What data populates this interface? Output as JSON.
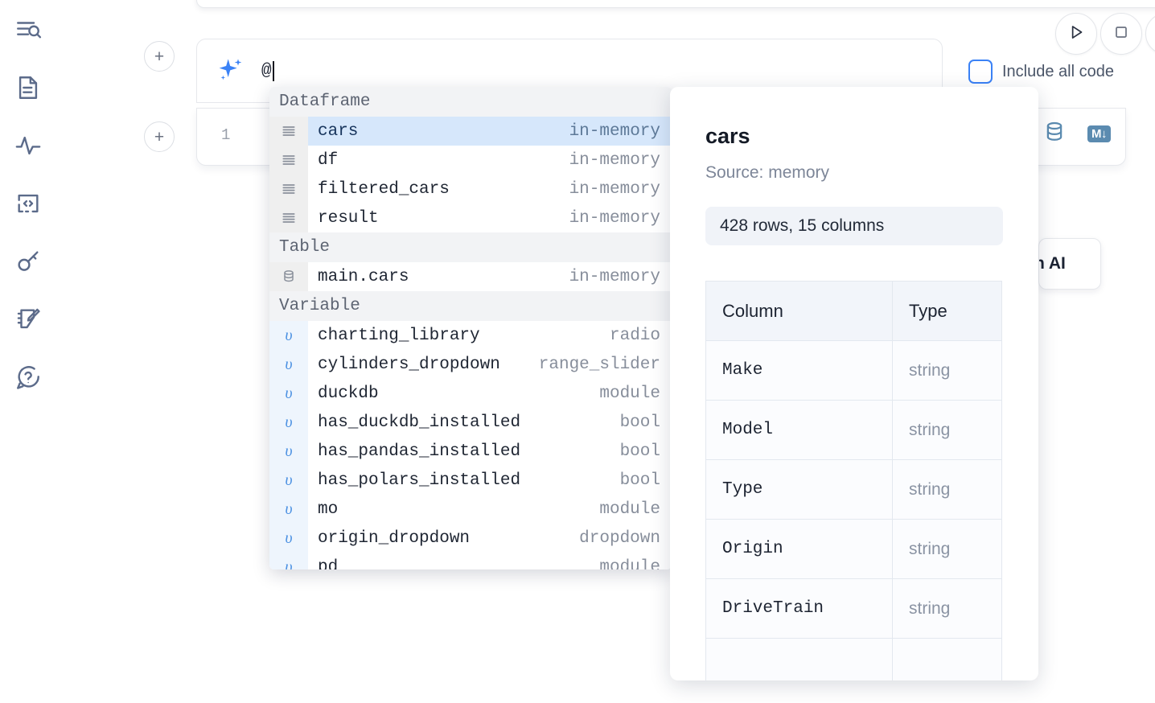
{
  "sidebar": {
    "items": [
      {
        "icon": "file-search-icon",
        "label": "Explore"
      },
      {
        "icon": "document-icon",
        "label": "Notebook"
      },
      {
        "icon": "activity-pulse-icon",
        "label": "Activity"
      },
      {
        "icon": "code-brackets-icon",
        "label": "Snippets"
      },
      {
        "icon": "key-icon",
        "label": "Secrets"
      },
      {
        "icon": "notebook-pencil-icon",
        "label": "Scratchpad"
      },
      {
        "icon": "help-chat-icon",
        "label": "Help"
      }
    ]
  },
  "toolbar": {
    "run_label": "Run",
    "stop_label": "Stop",
    "run_icon": "play-triangle-icon",
    "stop_icon": "square-icon",
    "add_cell_label": "+",
    "include_all_code_label": "Include all code",
    "include_all_code_checked": false,
    "checkbox_accent": "#3b82f6"
  },
  "ai_prompt": {
    "icon": "sparkle-ai-icon",
    "icon_color": "#3b82f6",
    "value": "@",
    "placeholder": ""
  },
  "code_cell": {
    "line_number": "1",
    "code": "",
    "tools": [
      {
        "icon": "database-icon",
        "label": "SQL cell"
      },
      {
        "icon": "markdown-icon",
        "label": "M↓"
      }
    ],
    "tool_color": "#5b8bb0"
  },
  "floating_button": {
    "label": "h AI",
    "full_label": "Chat with AI"
  },
  "autocomplete": {
    "groups": [
      {
        "label": "Dataframe",
        "items": [
          {
            "icon": "dataframe-icon",
            "name": "cars",
            "type": "in-memory",
            "selected": true
          },
          {
            "icon": "dataframe-icon",
            "name": "df",
            "type": "in-memory",
            "selected": false
          },
          {
            "icon": "dataframe-icon",
            "name": "filtered_cars",
            "type": "in-memory",
            "selected": false
          },
          {
            "icon": "dataframe-icon",
            "name": "result",
            "type": "in-memory",
            "selected": false
          }
        ]
      },
      {
        "label": "Table",
        "items": [
          {
            "icon": "table-db-icon",
            "name": "main.cars",
            "type": "in-memory",
            "selected": false
          }
        ]
      },
      {
        "label": "Variable",
        "items": [
          {
            "icon": "variable-icon",
            "name": "charting_library",
            "type": "radio",
            "selected": false
          },
          {
            "icon": "variable-icon",
            "name": "cylinders_dropdown",
            "type": "range_slider",
            "selected": false
          },
          {
            "icon": "variable-icon",
            "name": "duckdb",
            "type": "module",
            "selected": false
          },
          {
            "icon": "variable-icon",
            "name": "has_duckdb_installed",
            "type": "bool",
            "selected": false
          },
          {
            "icon": "variable-icon",
            "name": "has_pandas_installed",
            "type": "bool",
            "selected": false
          },
          {
            "icon": "variable-icon",
            "name": "has_polars_installed",
            "type": "bool",
            "selected": false
          },
          {
            "icon": "variable-icon",
            "name": "mo",
            "type": "module",
            "selected": false
          },
          {
            "icon": "variable-icon",
            "name": "origin_dropdown",
            "type": "dropdown",
            "selected": false
          },
          {
            "icon": "variable-icon",
            "name": "pd",
            "type": "module",
            "selected": false
          }
        ]
      }
    ],
    "selected_highlight": "#d6e7fb"
  },
  "detail_panel": {
    "title": "cars",
    "source": "Source: memory",
    "shape": "428 rows, 15 columns",
    "table": {
      "headers": [
        "Column",
        "Type"
      ],
      "rows": [
        {
          "column": "Make",
          "type": "string"
        },
        {
          "column": "Model",
          "type": "string"
        },
        {
          "column": "Type",
          "type": "string"
        },
        {
          "column": "Origin",
          "type": "string"
        },
        {
          "column": "DriveTrain",
          "type": "string"
        }
      ]
    }
  }
}
